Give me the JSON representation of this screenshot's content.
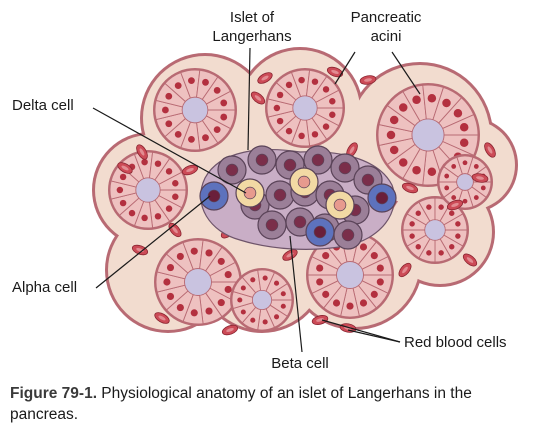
{
  "labels": {
    "islet_line1": "Islet of",
    "islet_line2": "Langerhans",
    "acini_line1": "Pancreatic",
    "acini_line2": "acini",
    "delta": "Delta cell",
    "alpha": "Alpha cell",
    "beta": "Beta cell",
    "rbc": "Red blood cells"
  },
  "caption": {
    "figure": "Figure 79-1.",
    "text": " Physiological anatomy of an islet of Langerhans in the pancreas."
  },
  "colors": {
    "tissue": "#f2dccf",
    "tissue_outline": "#b86a73",
    "acinar_cell": "#eec1c0",
    "acinar_lumen": "#c9c3e0",
    "nucleus": "#b3303f",
    "rbc": "#cc4b57",
    "beta_cell": "#9b7f98",
    "alpha_cell": "#5d72bd",
    "delta_cell": "#f2d9a4"
  }
}
